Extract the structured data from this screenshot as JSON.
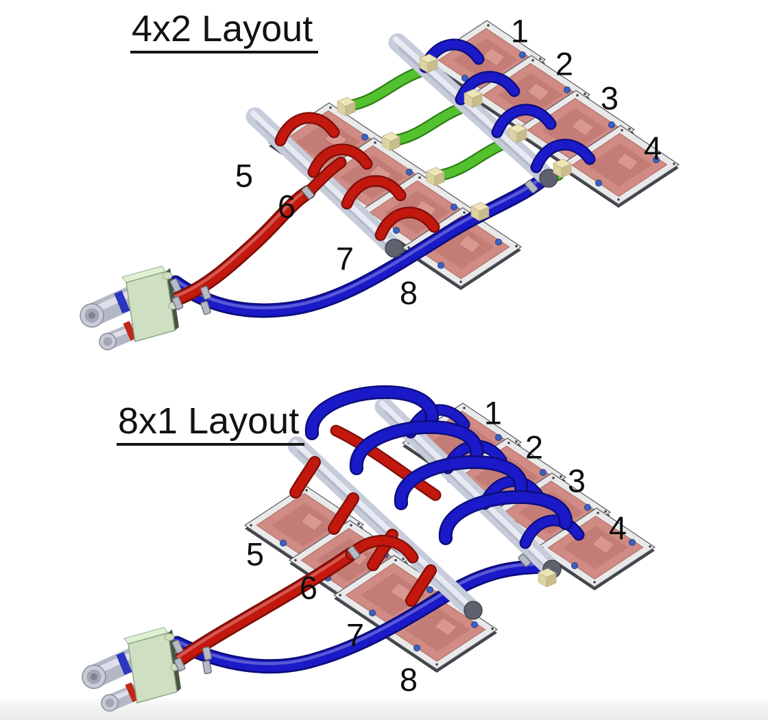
{
  "figure": {
    "background_color": "#ffffff",
    "bottom_band_color": "#e9e9eb",
    "layouts": [
      {
        "title": "4x2 Layout",
        "plate_count": 8,
        "plate_labels": [
          "1",
          "2",
          "3",
          "4",
          "5",
          "6",
          "7",
          "8"
        ],
        "colors": {
          "supply_hose": "#c2180e",
          "return_hose": "#1a1ac8",
          "crossover_hose": "#54c12e",
          "manifold": "#c6ccda",
          "cold_plate_top": "#cf8b84",
          "plate_base": "#e9e9ea"
        }
      },
      {
        "title": "8x1 Layout",
        "plate_count": 8,
        "plate_labels": [
          "1",
          "2",
          "3",
          "4",
          "5",
          "6",
          "7",
          "8"
        ],
        "colors": {
          "supply_hose": "#c2180e",
          "return_hose": "#1a1ac8",
          "manifold": "#c6ccda",
          "cold_plate_top": "#cf8b84",
          "plate_base": "#e9e9ea"
        }
      }
    ],
    "connector": {
      "body_color": "#cfe0c2",
      "blue_band": "#2a35c0",
      "red_band": "#c0281c"
    }
  }
}
